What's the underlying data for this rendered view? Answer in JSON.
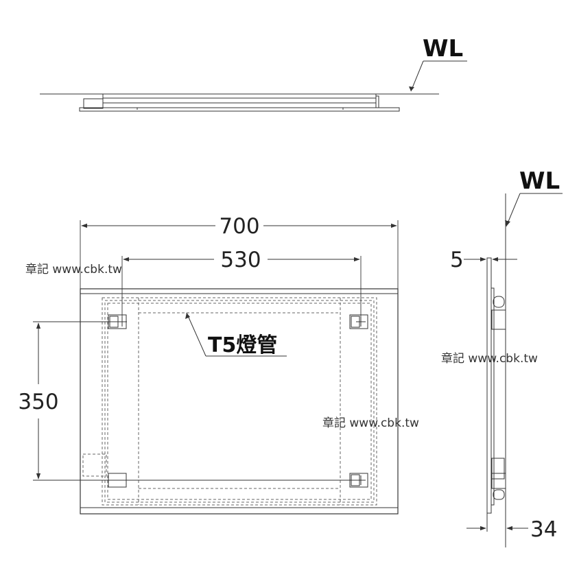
{
  "labels": {
    "wl_top": "WL",
    "wl_side": "WL",
    "lamp": "T5燈管",
    "watermark": "章記 www.cbk.tw"
  },
  "dimensions": {
    "width_outer": "700",
    "width_inner": "530",
    "height_inner": "350",
    "side_offset": "5",
    "depth": "34"
  },
  "colors": {
    "line": "#333333",
    "dashed": "#666666"
  }
}
